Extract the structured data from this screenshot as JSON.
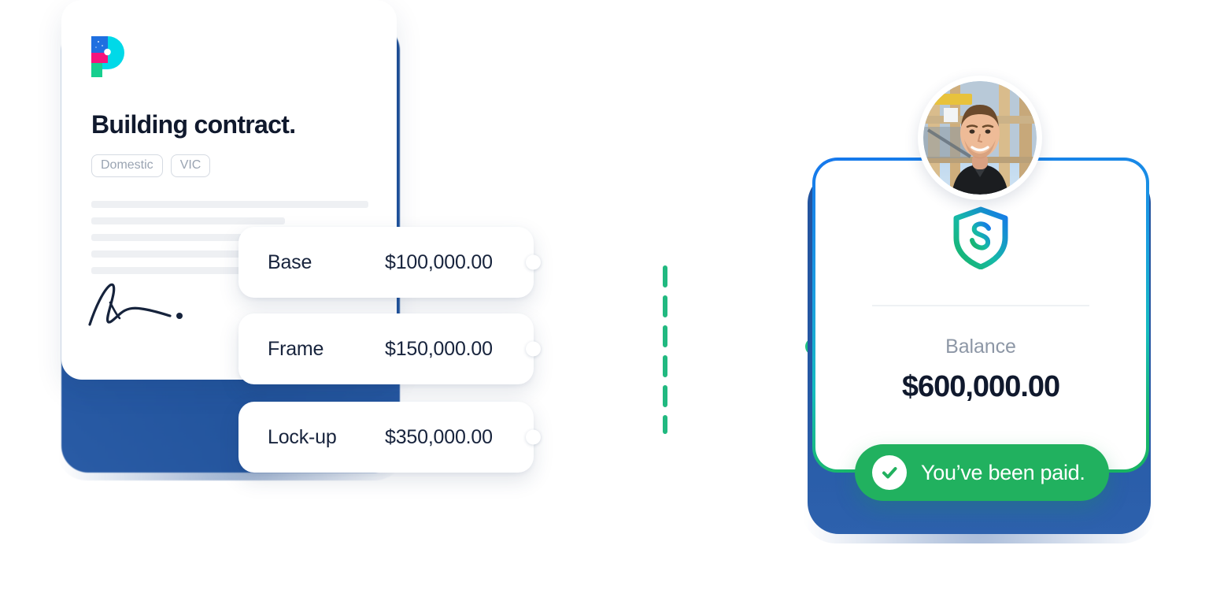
{
  "document": {
    "logo_icon": "paintbrush-p-logo-icon",
    "title": "Building contract.",
    "tags": [
      {
        "label": "Domestic"
      },
      {
        "label": "VIC"
      }
    ],
    "signature_icon": "signature-icon",
    "placeholder_lines": 5
  },
  "payments": {
    "rows": [
      {
        "label": "Base",
        "amount": "$100,000.00"
      },
      {
        "label": "Frame",
        "amount": "$150,000.00"
      },
      {
        "label": "Lock-up",
        "amount": "$350,000.00"
      }
    ]
  },
  "balance_card": {
    "shield_icon": "shield-dollar-icon",
    "avatar_icon": "user-avatar",
    "balance_label": "Balance",
    "balance_value": "$600,000.00"
  },
  "paid_badge": {
    "check_icon": "check-circle-icon",
    "text": "You’ve been paid."
  },
  "colors": {
    "brand_blue": "#1f4f96",
    "accent_green": "#21b15f",
    "accent_cyan": "#16bcc0",
    "accent_blue": "#1677ec",
    "text_dark": "#10192d",
    "text_muted": "#8d97a6",
    "tag_border": "#d5dae2",
    "line_gray": "#eef0f3",
    "dash_start": "#cfd8e0",
    "dash_end": "#21b980"
  }
}
